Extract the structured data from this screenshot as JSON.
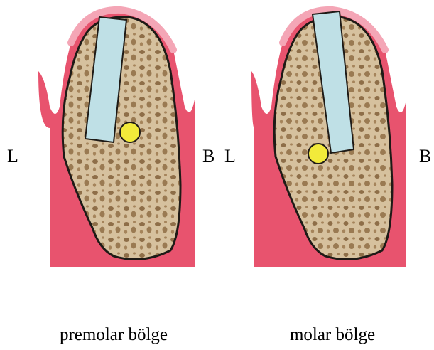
{
  "panels": [
    {
      "id": "premolar",
      "left_label": "L",
      "right_label": "B",
      "caption": "premolar bölge"
    },
    {
      "id": "molar",
      "left_label": "L",
      "right_label": "B",
      "caption": "molar bölge"
    }
  ],
  "colors": {
    "gingiva": "#e8536e",
    "gingiva_light": "#f4a6b6",
    "bone": "#d8c4a2",
    "bone_dark": "#8a6b45",
    "outline": "#1e1a16",
    "implant": "#bfe0e6",
    "marker": "#f2ea3a"
  }
}
